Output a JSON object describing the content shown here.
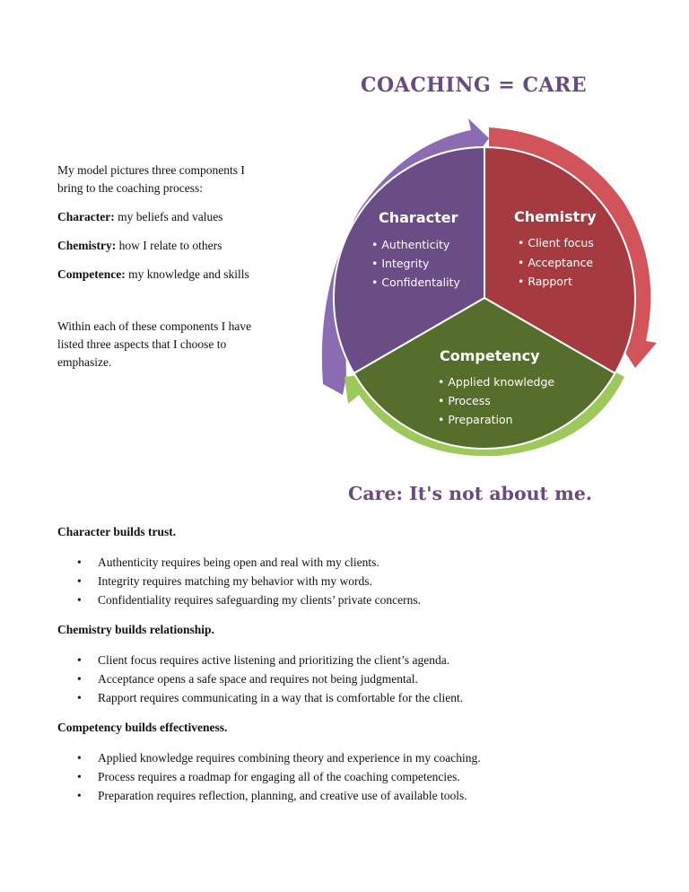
{
  "title": "COACHING = CARE",
  "tagline": "Care: It's not about me.",
  "intro": {
    "p1": "My model pictures three components I bring to the coaching process:",
    "items": [
      {
        "term": "Character:",
        "text": " my beliefs and values"
      },
      {
        "term": "Chemistry:",
        "text": " how I relate to others"
      },
      {
        "term": "Competence:",
        "text": " my knowledge and skills"
      }
    ],
    "p2": "Within each of these components I have listed three aspects that I choose to emphasize."
  },
  "diagram": {
    "segments": [
      {
        "heading": "Character",
        "items": [
          "• Authenticity",
          "• Integrity",
          "• Confidentality"
        ],
        "color": "#6a4d87"
      },
      {
        "heading": "Chemistry",
        "items": [
          "• Client focus",
          "• Acceptance",
          "• Rapport"
        ],
        "color": "#a53a40"
      },
      {
        "heading": "Competency",
        "items": [
          "• Applied knowledge",
          "• Process",
          "• Preparation"
        ],
        "color": "#566e2b"
      }
    ],
    "arrow_colors": [
      "#8b6bb1",
      "#d0545a",
      "#9dc85b"
    ]
  },
  "sections": [
    {
      "heading": "Character builds trust.",
      "items": [
        "Authenticity requires being open and real with my clients.",
        "Integrity requires matching my behavior with my words.",
        "Confidentiality requires safeguarding my clients’ private concerns."
      ]
    },
    {
      "heading": "Chemistry builds relationship.",
      "items": [
        "Client focus requires active listening and prioritizing the client’s agenda.",
        "Acceptance opens a safe space and requires not being judgmental.",
        "Rapport requires communicating in a way that is comfortable for the client."
      ]
    },
    {
      "heading": "Competency builds effectiveness.",
      "items": [
        "Applied knowledge requires combining theory and experience in my coaching.",
        "Process requires a roadmap for engaging all of the coaching competencies.",
        "Preparation requires reflection, planning, and creative use of available tools."
      ]
    }
  ],
  "bullet": "•"
}
